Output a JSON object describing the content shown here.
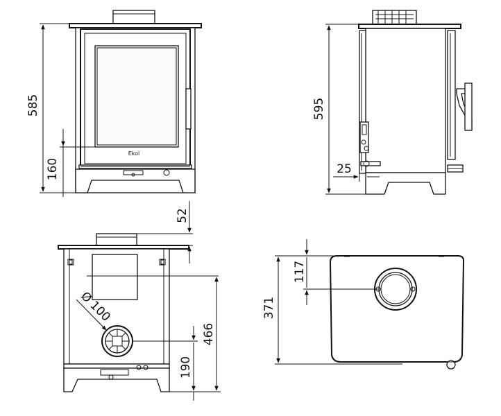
{
  "views": {
    "front": {
      "height_label": "585",
      "hearth_height_label": "160",
      "brand_label": "Ekol"
    },
    "side": {
      "height_label": "595",
      "offset_label": "25"
    },
    "rear": {
      "collar_label": "52",
      "outlet_diameter_label": "Ø 100",
      "outlet_height_label": "190",
      "flue_height_label": "466"
    },
    "top": {
      "depth_label": "371",
      "flue_offset_label": "117"
    }
  }
}
